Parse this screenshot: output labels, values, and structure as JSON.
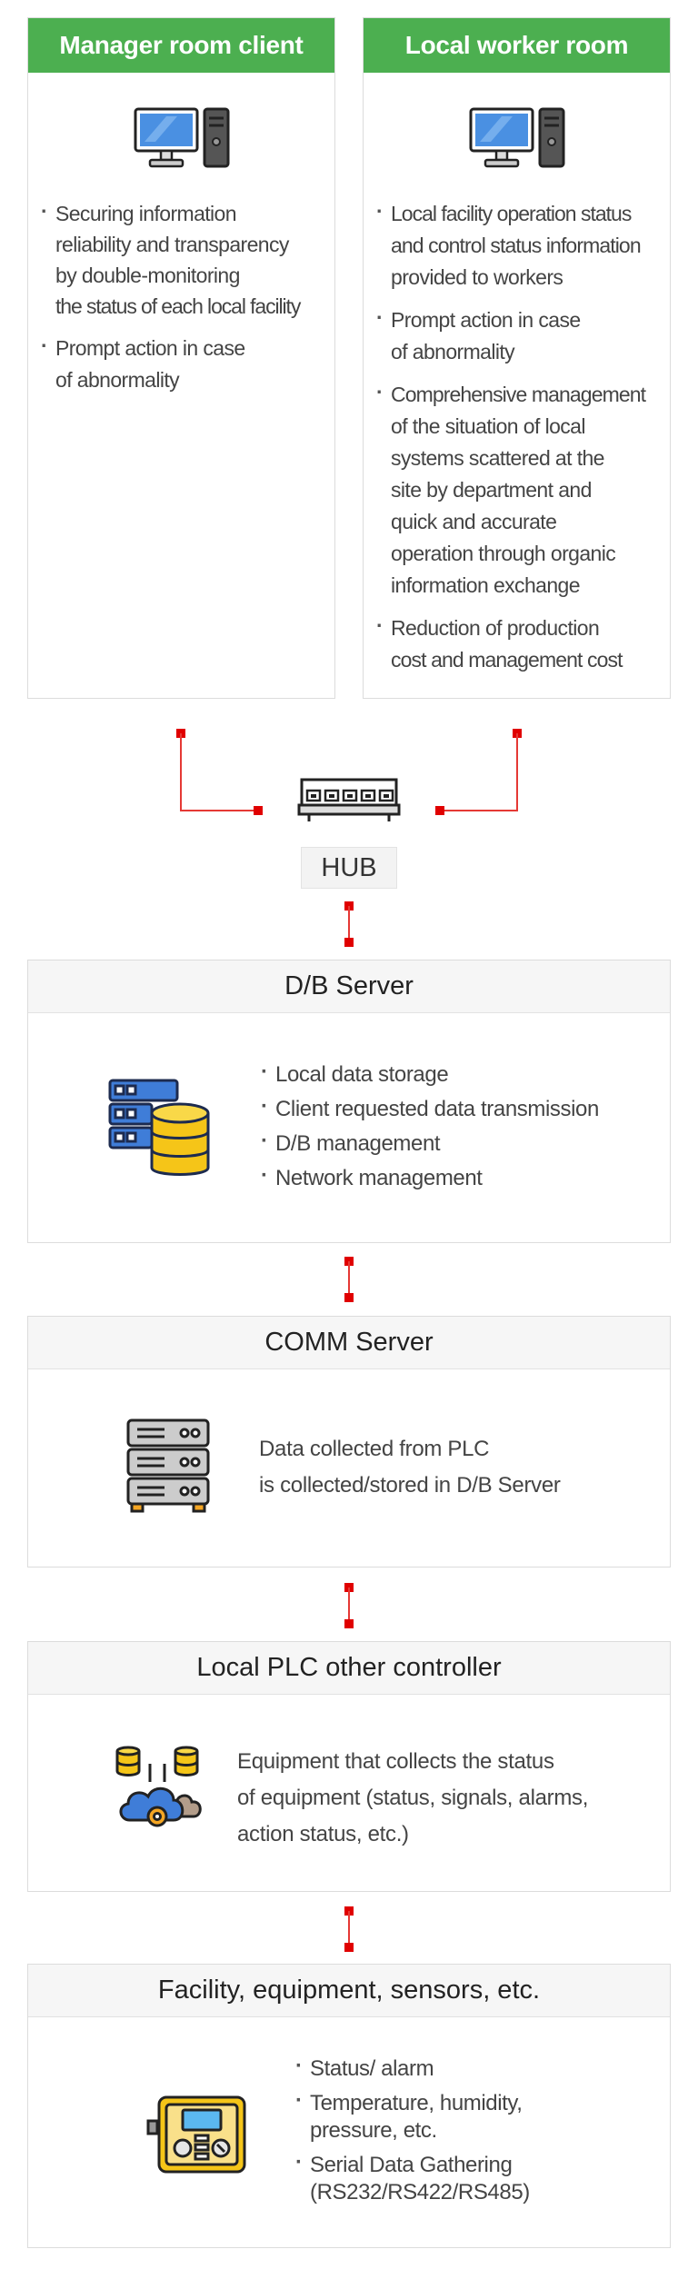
{
  "manager_card": {
    "title": "Manager room client",
    "icon": "desktop-computer-icon",
    "bullets": [
      [
        "Securing information",
        "reliability and transparency",
        "by double-monitoring",
        "the status of each local facility"
      ],
      [
        "Prompt action in case",
        "of abnormality"
      ]
    ]
  },
  "worker_card": {
    "title": "Local worker room",
    "icon": "desktop-computer-icon",
    "bullets": [
      [
        "Local facility operation status",
        "and control status information",
        "provided to workers"
      ],
      [
        "Prompt action in case",
        "of abnormality"
      ],
      [
        "Comprehensive management",
        "of the situation of local",
        "systems scattered at the",
        "site by department and",
        "quick and accurate",
        "operation through organic",
        "information exchange"
      ],
      [
        "Reduction of production",
        "cost and management cost"
      ]
    ]
  },
  "hub": {
    "label": "HUB",
    "icon": "network-switch-icon"
  },
  "db_server": {
    "title": "D/B Server",
    "icon": "database-server-icon",
    "items": [
      "Local data storage",
      "Client requested data transmission",
      "D/B management",
      "Network management"
    ]
  },
  "comm_server": {
    "title": "COMM Server",
    "icon": "server-rack-icon",
    "text": [
      "Data collected from PLC",
      "is collected/stored in D/B Server"
    ]
  },
  "plc": {
    "title": "Local PLC other controller",
    "icon": "cloud-data-icon",
    "text": [
      "Equipment that collects the status",
      "of equipment (status, signals, alarms,",
      "action status, etc.)"
    ]
  },
  "facility": {
    "title": "Facility, equipment, sensors, etc.",
    "icon": "control-panel-icon",
    "items": [
      [
        "Status/ alarm"
      ],
      [
        "Temperature, humidity,",
        "pressure, etc."
      ],
      [
        "Serial Data Gathering",
        "(RS232/RS422/RS485)"
      ]
    ]
  },
  "colors": {
    "header_green": "#4caf50",
    "connector_red": "#e00000"
  }
}
